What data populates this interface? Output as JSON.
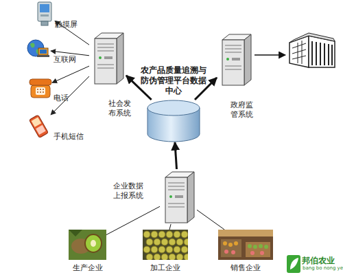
{
  "diagram": {
    "nodes": [
      {
        "text": [
          "触摸屏"
        ]
      },
      {
        "text": [
          "互联网"
        ]
      },
      {
        "text": [
          "电话"
        ]
      },
      {
        "text": [
          "手机短信"
        ]
      },
      {
        "text": [
          "社会发布系统"
        ]
      },
      {
        "text": [
          "农产品质量追溯与防伪管理平台数据中心"
        ]
      },
      {
        "text": [
          "政府监管系统"
        ]
      },
      {
        "text": [
          "企业数据上报系统"
        ]
      },
      {
        "text": [
          "生产企业"
        ]
      },
      {
        "text": [
          "加工企业"
        ]
      },
      {
        "text": [
          "销售企业"
        ]
      }
    ],
    "edges": [
      {
        "from": 4,
        "to": 0,
        "arrow": "to"
      },
      {
        "from": 4,
        "to": 1,
        "arrow": "to"
      },
      {
        "from": 4,
        "to": 2,
        "arrow": "to"
      },
      {
        "from": 4,
        "to": 3,
        "arrow": "to"
      },
      {
        "from": 5,
        "to": 4,
        "arrow": "to"
      },
      {
        "from": 5,
        "to": 6,
        "arrow": "to"
      },
      {
        "from": 7,
        "to": 5,
        "arrow": "to"
      },
      {
        "from": 8,
        "to": 7,
        "arrow": "none"
      },
      {
        "from": 9,
        "to": 7,
        "arrow": "none"
      },
      {
        "from": 10,
        "to": 7,
        "arrow": "none"
      }
    ],
    "labels": [
      "邦伯农业",
      "bang bo nong ye"
    ]
  }
}
